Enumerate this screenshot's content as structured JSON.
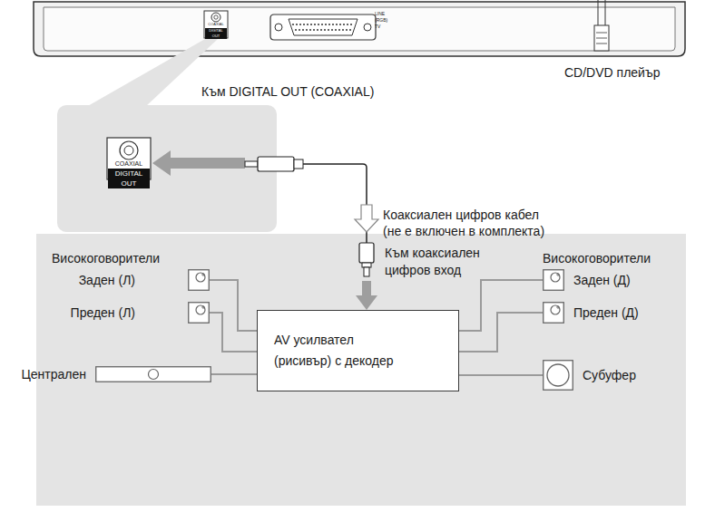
{
  "diagram": {
    "nodes": [
      {
        "text": [
          "Заден (Л)"
        ]
      },
      {
        "text": [
          "Преден (Л)"
        ]
      },
      {
        "text": [
          "Централен"
        ]
      },
      {
        "text": [
          "AV усилвател (рисивър) с декодер"
        ]
      },
      {
        "text": [
          "Заден (Д)"
        ]
      },
      {
        "text": [
          "Преден (Д)"
        ]
      },
      {
        "text": [
          "Субуфер"
        ]
      }
    ],
    "edges": [
      {
        "from": 0,
        "to": 3,
        "arrow": "none"
      },
      {
        "from": 1,
        "to": 3,
        "arrow": "none"
      },
      {
        "from": 2,
        "to": 3,
        "arrow": "none"
      },
      {
        "from": 4,
        "to": 3,
        "arrow": "none"
      },
      {
        "from": 5,
        "to": 3,
        "arrow": "none"
      },
      {
        "from": 6,
        "to": 3,
        "arrow": "none"
      }
    ],
    "labels": [
      "COAXIAL",
      "DIGITAL OUT",
      "LINE (RGB) TV",
      "CD/DVD плейър",
      "Към DIGITAL OUT (COAXIAL)",
      "COAXIAL",
      "DIGITAL OUT",
      "Коаксиален цифров кабел (не е включен в комплекта)",
      "Към коаксиален цифров вход",
      "Високоговорители",
      "Високоговорители"
    ]
  }
}
